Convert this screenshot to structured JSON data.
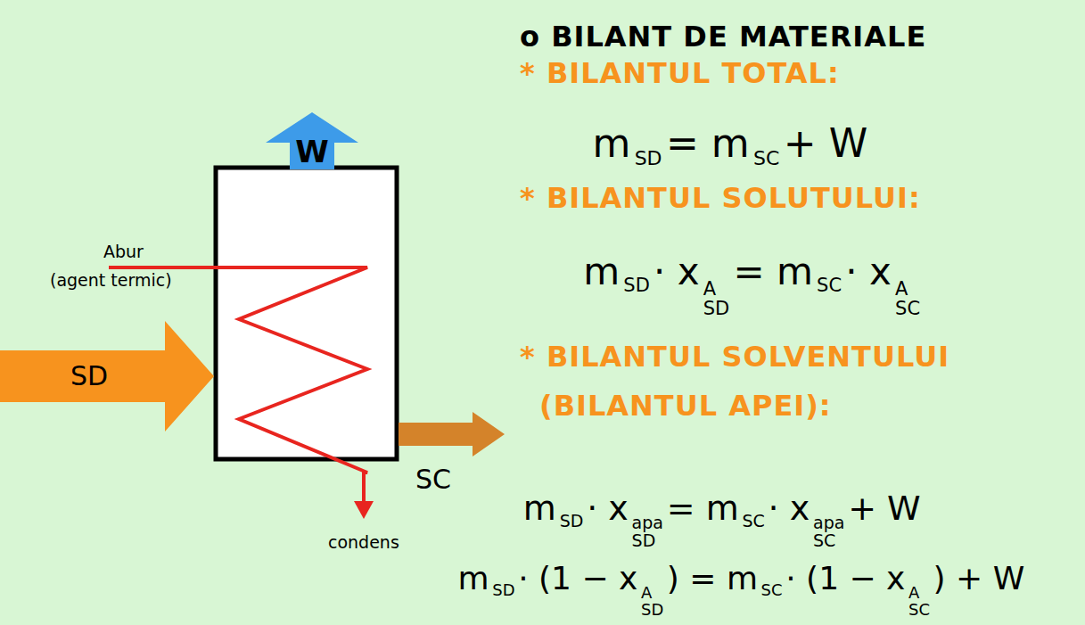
{
  "diagram": {
    "nodes": [
      {
        "text": [
          "W"
        ]
      },
      {
        "text": [
          "SD"
        ]
      }
    ],
    "labels": [
      "o BILANT DE MATERIALE",
      "* BILANTUL TOTAL:",
      "m",
      "SD",
      "= m",
      "SC",
      "+ W",
      "* BILANTUL SOLUTULUI:",
      "m",
      "SD",
      "· x",
      "A",
      "SD",
      "= m",
      "SC",
      "· x",
      "A",
      "SC",
      "* BILANTUL SOLVENTULUI (BILANTUL APEI):",
      "m",
      "SD",
      "· x",
      "apa",
      "SD",
      "= m",
      "SC",
      "· x",
      "apa",
      "SC",
      "+ W",
      "m",
      "SD",
      "· (1 − x",
      "A",
      "SD",
      ") = m",
      "SC",
      "· (1 − x",
      "A",
      "SC",
      ") + W",
      "Abur (agent termic)",
      "SC",
      "condens"
    ]
  }
}
